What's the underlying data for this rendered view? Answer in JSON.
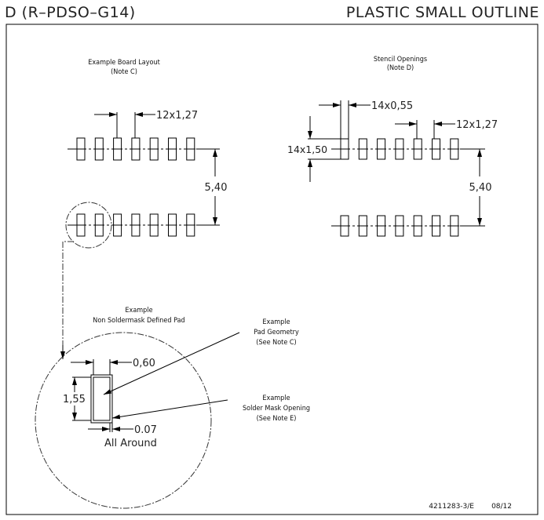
{
  "header": {
    "package_code": "D (R–PDSO–G14)",
    "package_type": "PLASTIC SMALL OUTLINE"
  },
  "board_layout": {
    "title": "Example Board Layout",
    "note": "(Note C)",
    "pitch_label": "12x1,27",
    "row_spacing_label": "5,40",
    "pads_per_row": 7
  },
  "stencil": {
    "title": "Stencil Openings",
    "note": "(Note D)",
    "width_label": "14x0,55",
    "length_label": "14x1,50",
    "pitch_label": "12x1,27",
    "row_spacing_label": "5,40",
    "pads_per_row": 7
  },
  "detail": {
    "title_line1": "Example",
    "title_line2": "Non Soldermask Defined Pad",
    "pad_width_label": "0,60",
    "pad_length_label": "1,55",
    "clearance_label": "0.07",
    "clearance_note": "All Around",
    "callout_pad": [
      "Example",
      "Pad Geometry",
      "(See Note C)"
    ],
    "callout_mask": [
      "Example",
      "Solder Mask Opening",
      "(See Note E)"
    ]
  },
  "footer": {
    "drawing_number": "4211283-3/E",
    "date": "08/12"
  }
}
